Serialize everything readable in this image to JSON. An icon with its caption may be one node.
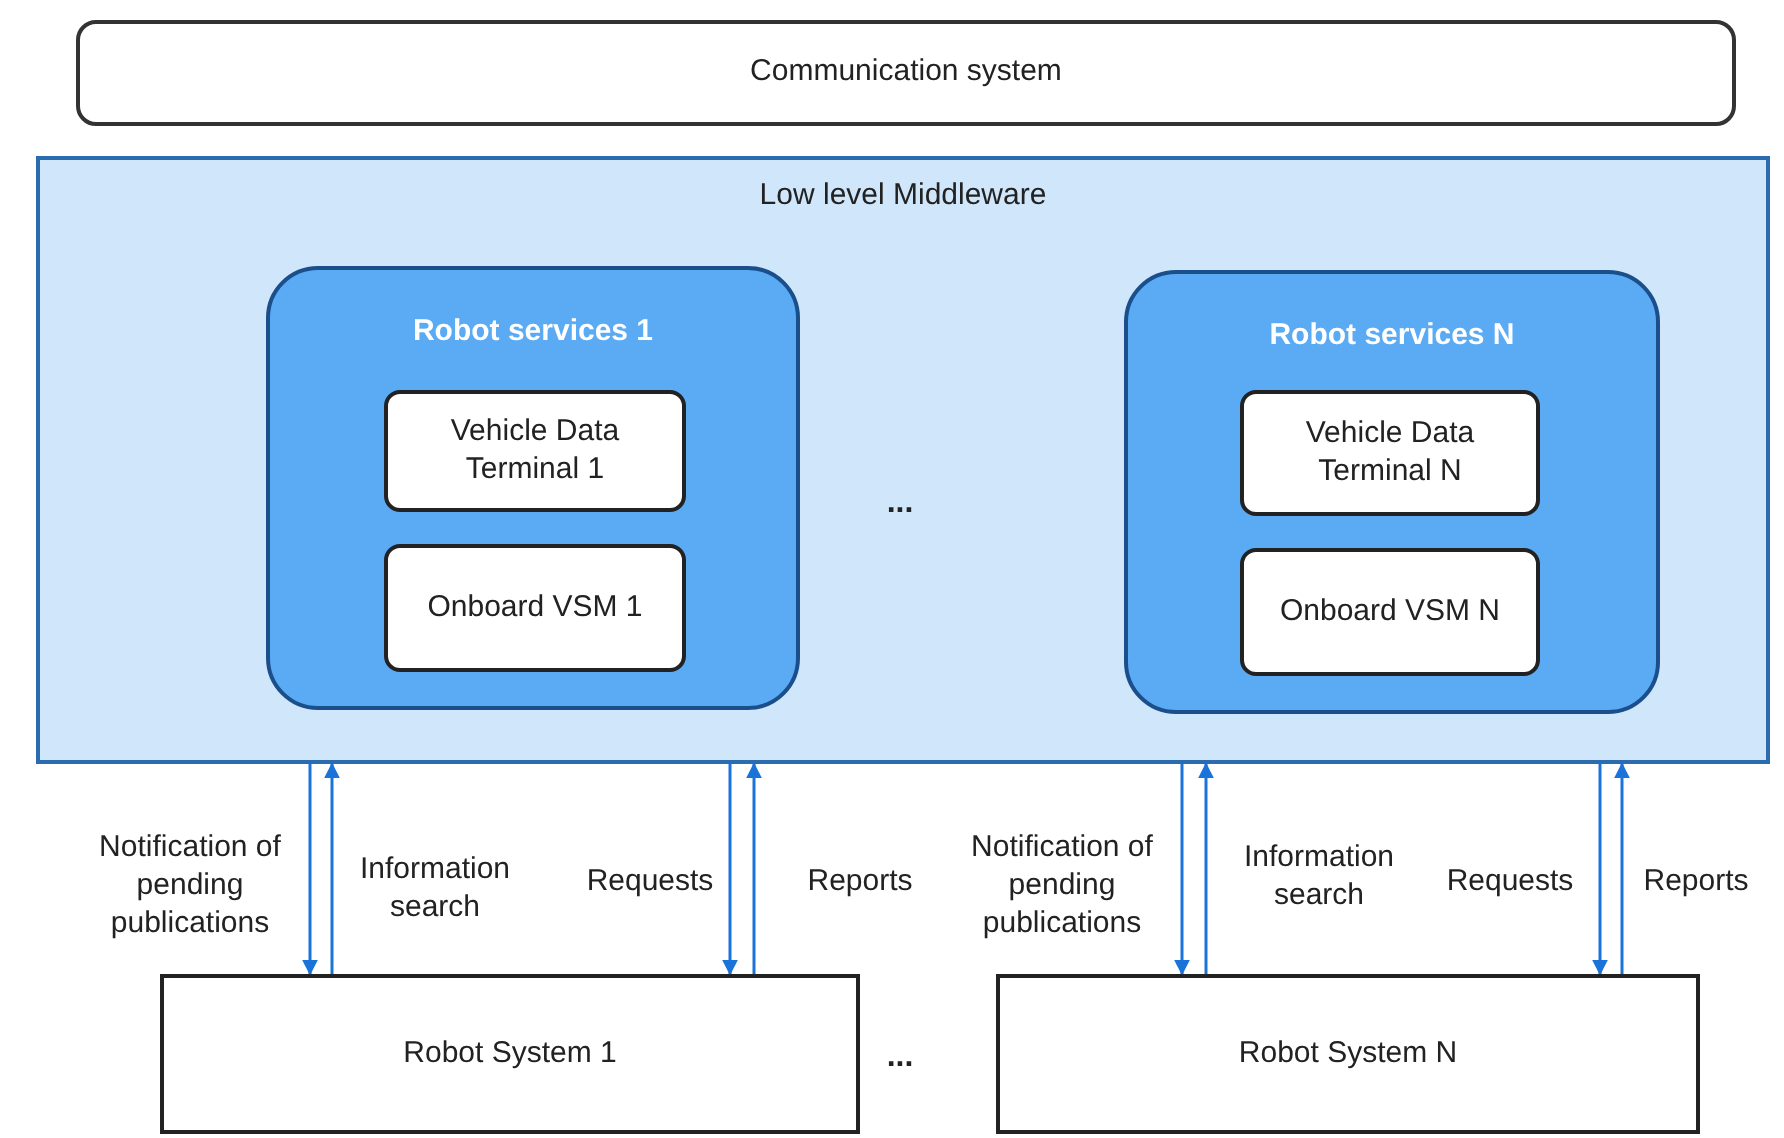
{
  "diagram": {
    "nodes": [
      {
        "text": [
          "Communication system"
        ]
      },
      {
        "text": [
          "Low level Middleware"
        ]
      },
      {
        "text": [
          "Robot services 1"
        ],
        "in": 1
      },
      {
        "text": [
          "Vehicle Data Terminal 1"
        ],
        "in": 2
      },
      {
        "text": [
          "Onboard VSM 1"
        ],
        "in": 2
      },
      {
        "text": [
          "Robot services N"
        ],
        "in": 1
      },
      {
        "text": [
          "Vehicle Data Terminal N"
        ],
        "in": 5
      },
      {
        "text": [
          "Onboard VSM N"
        ],
        "in": 5
      },
      {
        "text": [
          "Robot System 1"
        ]
      },
      {
        "text": [
          "Robot System N"
        ]
      }
    ],
    "edges": [
      {
        "from": 1,
        "to": 8,
        "arrow": "to",
        "label": "Notification of pending publications"
      },
      {
        "from": 8,
        "to": 1,
        "arrow": "to",
        "label": "Information search"
      },
      {
        "from": 1,
        "to": 8,
        "arrow": "to",
        "label": "Requests"
      },
      {
        "from": 8,
        "to": 1,
        "arrow": "to",
        "label": "Reports"
      },
      {
        "from": 1,
        "to": 9,
        "arrow": "to",
        "label": "Notification of pending publications"
      },
      {
        "from": 9,
        "to": 1,
        "arrow": "to",
        "label": "Information search"
      },
      {
        "from": 1,
        "to": 9,
        "arrow": "to",
        "label": "Requests"
      },
      {
        "from": 9,
        "to": 1,
        "arrow": "to",
        "label": "Reports"
      }
    ],
    "labels": [
      "...",
      "..."
    ]
  }
}
